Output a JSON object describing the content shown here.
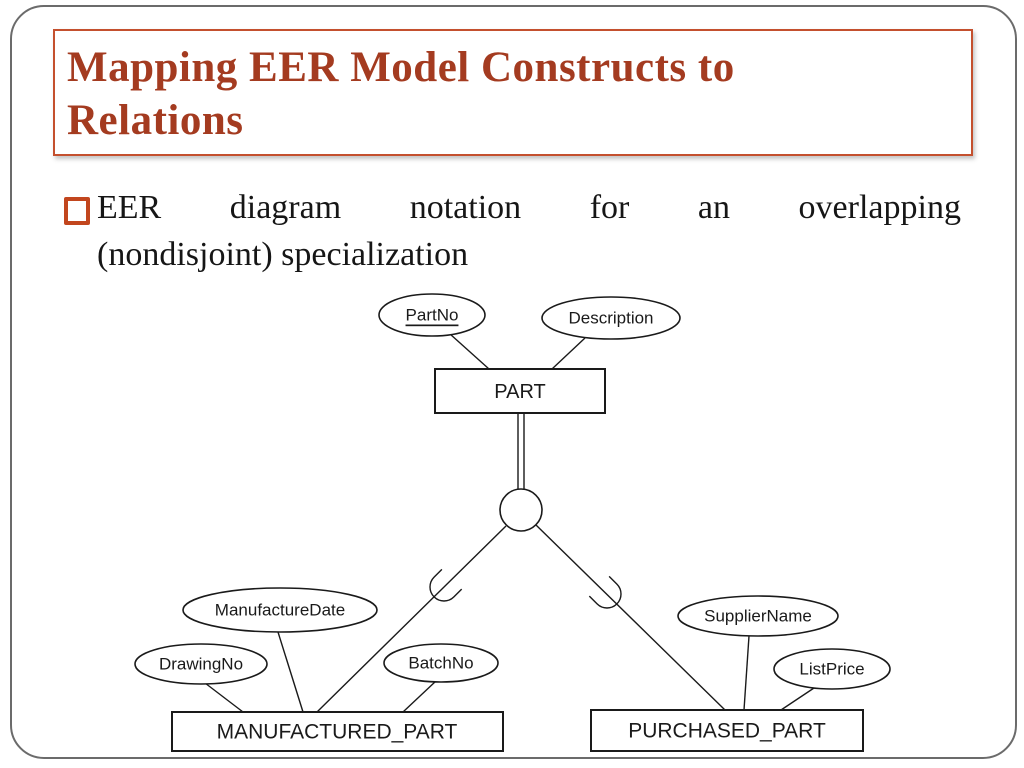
{
  "slide": {
    "title_lines": [
      "Mapping EER Model Constructs to",
      "Relations"
    ],
    "bullet_text": {
      "line1_words": [
        "EER",
        "diagram",
        "notation",
        "for",
        "an",
        "overlapping"
      ],
      "line2": "(nondisjoint) specialization"
    }
  },
  "colors": {
    "title_text": "#A43B20",
    "title_box_border": "#C4502E",
    "bullet_marker": "#C2461E",
    "frame_border": "#6B6B6B",
    "diagram_ink": "#1A1A1A",
    "background": "#FFFFFF"
  },
  "diagram": {
    "type": "eer-specialization",
    "specialization": "overlapping (nondisjoint), circle connector with subset symbols",
    "entities": {
      "part": "PART",
      "manufactured_part": "MANUFACTURED_PART",
      "purchased_part": "PURCHASED_PART"
    },
    "attributes": {
      "part_no": "PartNo",
      "description": "Description",
      "manufacture_date": "ManufactureDate",
      "drawing_no": "DrawingNo",
      "batch_no": "BatchNo",
      "supplier_name": "SupplierName",
      "list_price": "ListPrice"
    },
    "key_attributes": [
      "PartNo"
    ]
  }
}
